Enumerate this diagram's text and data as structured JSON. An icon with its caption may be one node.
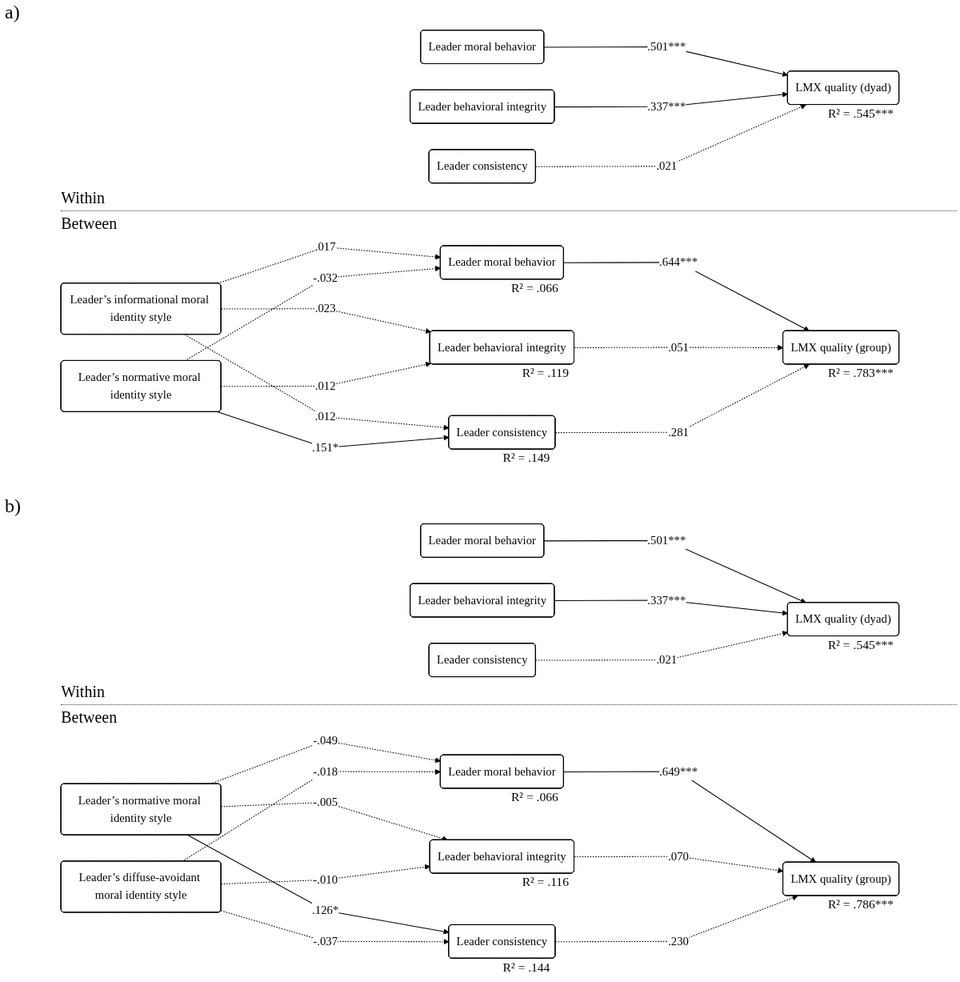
{
  "diagram": {
    "nodes": [
      {
        "text": [
          "Leader moral behavior"
        ]
      },
      {
        "text": [
          "Leader behavioral integrity"
        ]
      },
      {
        "text": [
          "Leader consistency"
        ]
      },
      {
        "text": [
          "LMX quality (dyad)"
        ],
        "beside": [
          "R² = .545***"
        ]
      },
      {
        "text": [
          "Leader’s informational moral identity style"
        ]
      },
      {
        "text": [
          "Leader’s normative moral identity style"
        ]
      },
      {
        "text": [
          "Leader moral behavior"
        ],
        "beside": [
          "R² = .066"
        ]
      },
      {
        "text": [
          "Leader behavioral integrity"
        ],
        "beside": [
          "R² = .119"
        ]
      },
      {
        "text": [
          "Leader consistency"
        ],
        "beside": [
          "R² = .149"
        ]
      },
      {
        "text": [
          "LMX quality (group)"
        ],
        "beside": [
          "R² = .783***"
        ]
      },
      {
        "text": [
          "Leader moral behavior"
        ]
      },
      {
        "text": [
          "Leader behavioral integrity"
        ]
      },
      {
        "text": [
          "Leader consistency"
        ]
      },
      {
        "text": [
          "LMX quality (dyad)"
        ],
        "beside": [
          "R² = .545***"
        ]
      },
      {
        "text": [
          "Leader’s normative moral identity style"
        ]
      },
      {
        "text": [
          "Leader’s diffuse-avoidant moral identity style"
        ]
      },
      {
        "text": [
          "Leader moral behavior"
        ],
        "beside": [
          "R² = .066"
        ]
      },
      {
        "text": [
          "Leader behavioral integrity"
        ],
        "beside": [
          "R² = .116"
        ]
      },
      {
        "text": [
          "Leader consistency"
        ],
        "beside": [
          "R² = .144"
        ]
      },
      {
        "text": [
          "LMX quality (group)"
        ],
        "beside": [
          "R² = .786***"
        ]
      }
    ],
    "edges": [
      {
        "from": 0,
        "to": 3,
        "arrow": "to",
        "label": ".501***"
      },
      {
        "from": 1,
        "to": 3,
        "arrow": "to",
        "label": ".337***"
      },
      {
        "from": 2,
        "to": 3,
        "arrow": "to",
        "label": ".021",
        "style": "dashed"
      },
      {
        "from": 4,
        "to": 6,
        "arrow": "to",
        "label": ".017",
        "style": "dashed"
      },
      {
        "from": 4,
        "to": 7,
        "arrow": "to",
        "label": ".023",
        "style": "dashed"
      },
      {
        "from": 4,
        "to": 8,
        "arrow": "to",
        "label": ".012",
        "style": "dashed"
      },
      {
        "from": 5,
        "to": 6,
        "arrow": "to",
        "label": "-.032",
        "style": "dashed"
      },
      {
        "from": 5,
        "to": 7,
        "arrow": "to",
        "label": ".012",
        "style": "dashed"
      },
      {
        "from": 5,
        "to": 8,
        "arrow": "to",
        "label": ".151*"
      },
      {
        "from": 6,
        "to": 9,
        "arrow": "to",
        "label": ".644***"
      },
      {
        "from": 7,
        "to": 9,
        "arrow": "to",
        "label": ".051",
        "style": "dashed"
      },
      {
        "from": 8,
        "to": 9,
        "arrow": "to",
        "label": ".281",
        "style": "dashed"
      },
      {
        "from": 10,
        "to": 13,
        "arrow": "to",
        "label": ".501***"
      },
      {
        "from": 11,
        "to": 13,
        "arrow": "to",
        "label": ".337***"
      },
      {
        "from": 12,
        "to": 13,
        "arrow": "to",
        "label": ".021",
        "style": "dashed"
      },
      {
        "from": 14,
        "to": 16,
        "arrow": "to",
        "label": "-.049",
        "style": "dashed"
      },
      {
        "from": 14,
        "to": 17,
        "arrow": "to",
        "label": "-.005",
        "style": "dashed"
      },
      {
        "from": 14,
        "to": 18,
        "arrow": "to",
        "label": ".126*"
      },
      {
        "from": 15,
        "to": 16,
        "arrow": "to",
        "label": "-.018",
        "style": "dashed"
      },
      {
        "from": 15,
        "to": 17,
        "arrow": "to",
        "label": "-.010",
        "style": "dashed"
      },
      {
        "from": 15,
        "to": 18,
        "arrow": "to",
        "label": "-.037",
        "style": "dashed"
      },
      {
        "from": 16,
        "to": 19,
        "arrow": "to",
        "label": ".649***"
      },
      {
        "from": 17,
        "to": 19,
        "arrow": "to",
        "label": ".070",
        "style": "dashed"
      },
      {
        "from": 18,
        "to": 19,
        "arrow": "to",
        "label": ".230",
        "style": "dashed"
      }
    ],
    "labels": [
      "a)",
      "Within",
      "Between",
      "b)",
      "Within",
      "Between"
    ]
  }
}
